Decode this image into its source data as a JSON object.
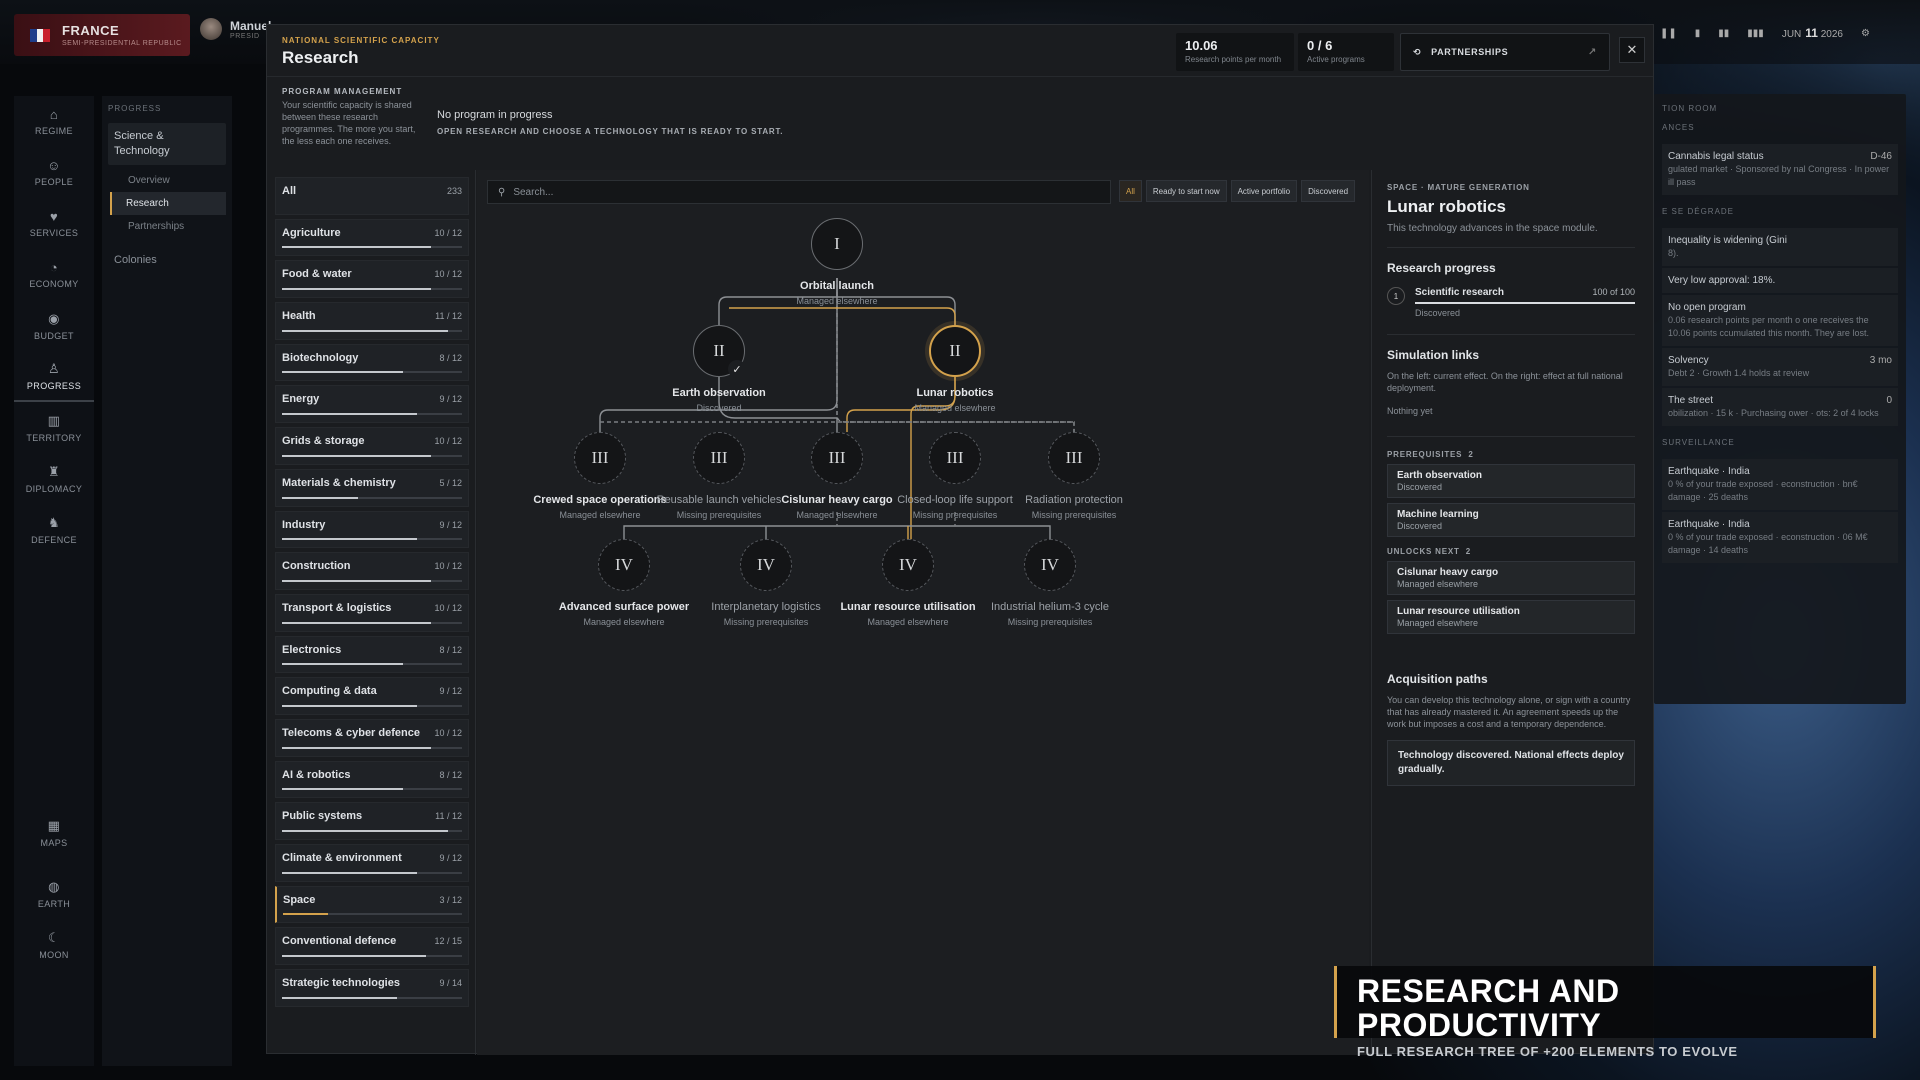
{
  "country": {
    "name": "FRANCE",
    "subtitle": "SEMI-PRESIDENTIAL REPUBLIC",
    "flag_colors": [
      "#1f3d8a",
      "#f1f1f1",
      "#c8202c"
    ]
  },
  "leader": {
    "name": "Manuel",
    "role": "PRESID"
  },
  "time": {
    "month": "JUN",
    "day": "11",
    "year": "2026"
  },
  "rail": [
    {
      "label": "REGIME",
      "icon": "⌂"
    },
    {
      "label": "PEOPLE",
      "icon": "☺"
    },
    {
      "label": "SERVICES",
      "icon": "♥"
    },
    {
      "label": "ECONOMY",
      "icon": "◔"
    },
    {
      "label": "BUDGET",
      "icon": "◉"
    },
    {
      "label": "PROGRESS",
      "icon": "♙"
    },
    {
      "label": "TERRITORY",
      "icon": "▥"
    },
    {
      "label": "DIPLOMACY",
      "icon": "♜"
    },
    {
      "label": "DEFENCE",
      "icon": "♞"
    },
    {
      "label": "MAPS",
      "icon": "▦"
    },
    {
      "label": "EARTH",
      "icon": "◍"
    },
    {
      "label": "MOON",
      "icon": "☾"
    }
  ],
  "subnav": {
    "header": "PROGRESS",
    "group": "Science & Technology",
    "items": [
      "Overview",
      "Research",
      "Partnerships"
    ],
    "colonies": "Colonies"
  },
  "right_panel": {
    "header1": "TION ROOM",
    "header2": "ANCES",
    "items": [
      {
        "t": "Cannabis legal status",
        "v": "D-46",
        "s": "gulated market · Sponsored by nal Congress · In power ill pass"
      },
      {
        "t": "Inequality is widening (Gini",
        "v": "",
        "s": "8)."
      },
      {
        "t": "Very low approval: 18%.",
        "v": "",
        "s": ""
      },
      {
        "t": "No open program",
        "v": "",
        "s": "0.06 research points per month o one receives the 10.06 points ccumulated this month. They are lost."
      },
      {
        "t": "Solvency",
        "v": "3 mo",
        "s": "Debt 2 · Growth 1.4 holds at review"
      },
      {
        "t": "The street",
        "v": "0",
        "s": "obilization · 15 k · Purchasing ower · ots: 2 of 4 locks"
      }
    ],
    "header3": "E SE DÉGRADE",
    "header4": "SURVEILLANCE",
    "quakes": [
      {
        "t": "Earthquake · India",
        "s": "0 % of your trade exposed · econstruction · bn€ damage · 25 deaths"
      },
      {
        "t": "Earthquake · India",
        "s": "0 % of your trade exposed · econstruction · 06 M€ damage · 14 deaths"
      }
    ]
  },
  "header": {
    "kicker": "NATIONAL SCIENTIFIC CAPACITY",
    "title": "Research",
    "stats": [
      {
        "value": "10.06",
        "label": "Research points per month"
      },
      {
        "value": "0 / 6",
        "label": "Active programs"
      }
    ],
    "partnerships": "PARTNERSHIPS",
    "close": "✕"
  },
  "program_management": {
    "header": "PROGRAM MANAGEMENT",
    "desc": "Your scientific capacity is shared between these research programmes. The more you start, the less each one receives.",
    "status": "No program in progress",
    "hint": "OPEN RESEARCH AND CHOOSE A TECHNOLOGY THAT IS READY TO START."
  },
  "categories": [
    {
      "name": "All",
      "count": "233",
      "fill": null
    },
    {
      "name": "Agriculture",
      "count": "10 / 12",
      "fill": 0.83
    },
    {
      "name": "Food & water",
      "count": "10 / 12",
      "fill": 0.83
    },
    {
      "name": "Health",
      "count": "11 / 12",
      "fill": 0.92
    },
    {
      "name": "Biotechnology",
      "count": "8 / 12",
      "fill": 0.67
    },
    {
      "name": "Energy",
      "count": "9 / 12",
      "fill": 0.75
    },
    {
      "name": "Grids & storage",
      "count": "10 / 12",
      "fill": 0.83
    },
    {
      "name": "Materials & chemistry",
      "count": "5 / 12",
      "fill": 0.42
    },
    {
      "name": "Industry",
      "count": "9 / 12",
      "fill": 0.75
    },
    {
      "name": "Construction",
      "count": "10 / 12",
      "fill": 0.83
    },
    {
      "name": "Transport & logistics",
      "count": "10 / 12",
      "fill": 0.83
    },
    {
      "name": "Electronics",
      "count": "8 / 12",
      "fill": 0.67
    },
    {
      "name": "Computing & data",
      "count": "9 / 12",
      "fill": 0.75
    },
    {
      "name": "Telecoms & cyber defence",
      "count": "10 / 12",
      "fill": 0.83
    },
    {
      "name": "AI & robotics",
      "count": "8 / 12",
      "fill": 0.67
    },
    {
      "name": "Public systems",
      "count": "11 / 12",
      "fill": 0.92
    },
    {
      "name": "Climate & environment",
      "count": "9 / 12",
      "fill": 0.75
    },
    {
      "name": "Space",
      "count": "3 / 12",
      "fill": 0.25,
      "selected": true
    },
    {
      "name": "Conventional defence",
      "count": "12 / 15",
      "fill": 0.8
    },
    {
      "name": "Strategic technologies",
      "count": "9 / 14",
      "fill": 0.64
    }
  ],
  "search": {
    "placeholder": "Search..."
  },
  "filters": [
    "All",
    "Ready to start now",
    "Active portfolio",
    "Discovered"
  ],
  "nodes": [
    {
      "tier": "I",
      "name": "Orbital launch",
      "status": "Managed elsewhere",
      "bold": true
    },
    {
      "tier": "II",
      "name": "Earth observation",
      "status": "Discovered",
      "bold": true,
      "check": true
    },
    {
      "tier": "II",
      "name": "Lunar robotics",
      "status": "Managed elsewhere",
      "bold": true,
      "selected": true
    },
    {
      "tier": "III",
      "name": "Crewed space operations",
      "status": "Managed elsewhere",
      "bold": true
    },
    {
      "tier": "III",
      "name": "Reusable launch vehicles",
      "status": "Missing prerequisites",
      "bold": false
    },
    {
      "tier": "III",
      "name": "Cislunar heavy cargo",
      "status": "Managed elsewhere",
      "bold": true
    },
    {
      "tier": "III",
      "name": "Closed-loop life support",
      "status": "Missing prerequisites",
      "bold": false
    },
    {
      "tier": "III",
      "name": "Radiation protection",
      "status": "Missing prerequisites",
      "bold": false
    },
    {
      "tier": "IV",
      "name": "Advanced surface power",
      "status": "Managed elsewhere",
      "bold": true
    },
    {
      "tier": "IV",
      "name": "Interplanetary logistics",
      "status": "Missing prerequisites",
      "bold": false
    },
    {
      "tier": "IV",
      "name": "Lunar resource utilisation",
      "status": "Managed elsewhere",
      "bold": true
    },
    {
      "tier": "IV",
      "name": "Industrial helium-3 cycle",
      "status": "Missing prerequisites",
      "bold": false
    }
  ],
  "detail": {
    "kicker": "SPACE · MATURE GENERATION",
    "title": "Lunar robotics",
    "desc": "This technology advances in the space module.",
    "progress_h": "Research progress",
    "progress": {
      "num": "1",
      "name": "Scientific research",
      "value": "100 of 100",
      "status": "Discovered",
      "fill": 1.0
    },
    "sim_h": "Simulation links",
    "sim_desc": "On the left: current effect. On the right: effect at full national deployment.",
    "sim_note": "Nothing yet",
    "prereq_h": "PREREQUISITES",
    "prereq_n": "2",
    "prereqs": [
      {
        "name": "Earth observation",
        "status": "Discovered"
      },
      {
        "name": "Machine learning",
        "status": "Discovered"
      }
    ],
    "unlocks_h": "UNLOCKS NEXT",
    "unlocks_n": "2",
    "unlocks": [
      {
        "name": "Cislunar heavy cargo",
        "status": "Managed elsewhere"
      },
      {
        "name": "Lunar resource utilisation",
        "status": "Managed elsewhere"
      }
    ],
    "acq_h": "Acquisition paths",
    "acq_desc": "You can develop this technology alone, or sign with a country that has already mastered it. An agreement speeds up the work but imposes a cost and a temporary dependence.",
    "acq_box": "Technology discovered. National effects deploy gradually."
  },
  "promo": {
    "title": "RESEARCH AND PRODUCTIVITY",
    "subtitle": "FULL RESEARCH TREE OF +200 ELEMENTS TO EVOLVE"
  },
  "accent": "#d4a24c"
}
